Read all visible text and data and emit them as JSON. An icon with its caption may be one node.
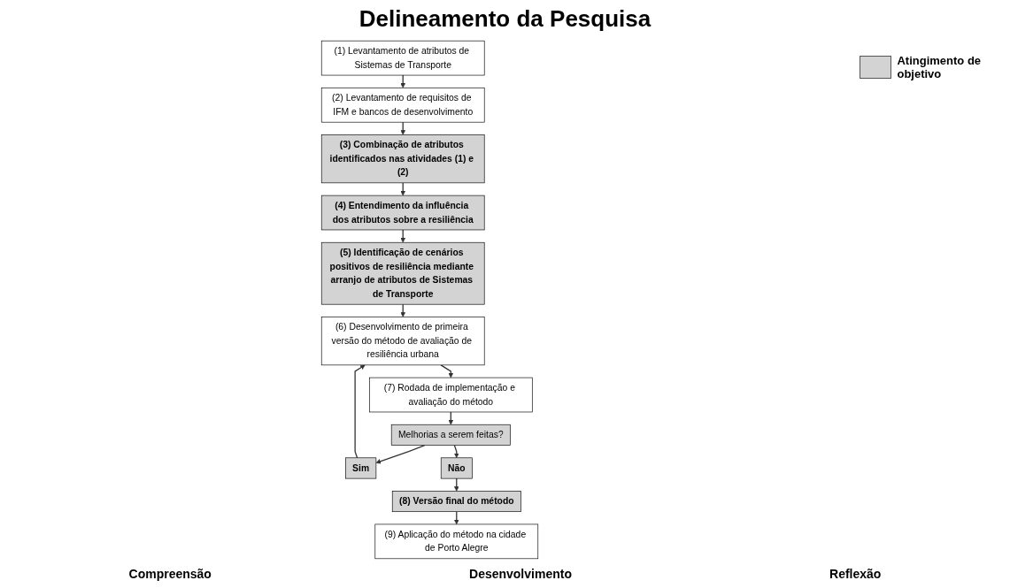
{
  "diagram": {
    "title": "Delineamento da Pesquisa",
    "nodes": [
      {
        "text": [
          "(1) Levantamento de atributos de Sistemas de Transporte"
        ]
      },
      {
        "text": [
          "(2) Levantamento de requisitos de IFM e bancos de desenvolvimento"
        ]
      },
      {
        "text": [
          "(3) Combinação de atributos identificados nas atividades (1) e (2)"
        ]
      },
      {
        "text": [
          "(4) Entendimento da influência dos atributos sobre a resiliência"
        ]
      },
      {
        "text": [
          "(5) Identificação de cenários positivos de resiliência mediante arranjo de atributos de Sistemas de Transporte"
        ]
      },
      {
        "text": [
          "(6) Desenvolvimento de primeira versão do método de avaliação de resiliência urbana"
        ]
      },
      {
        "text": [
          "(8) Versão final do método"
        ]
      },
      {
        "text": [
          "(7) Rodada de implementação e avaliação do método"
        ]
      },
      {
        "text": [
          "Melhorias a serem feitas?"
        ]
      },
      {
        "text": [
          "Sim"
        ]
      },
      {
        "text": [
          "Não"
        ]
      },
      {
        "text": [
          "(9) Aplicação do método na cidade de Porto Alegre"
        ]
      }
    ],
    "edges": [
      {
        "from": 0,
        "to": 1,
        "arrow": "to"
      },
      {
        "from": 1,
        "to": 2,
        "arrow": "to"
      },
      {
        "from": 2,
        "to": 3,
        "arrow": "to"
      },
      {
        "from": 3,
        "to": 4,
        "arrow": "to"
      },
      {
        "from": 4,
        "to": 5,
        "arrow": "to"
      },
      {
        "from": 5,
        "to": 7,
        "arrow": "to"
      },
      {
        "from": 7,
        "to": 8,
        "arrow": "to"
      },
      {
        "from": 8,
        "to": 9,
        "arrow": "to"
      },
      {
        "from": 8,
        "to": 10,
        "arrow": "to"
      },
      {
        "from": 9,
        "to": 5,
        "arrow": "to"
      },
      {
        "from": 10,
        "to": 6,
        "arrow": "to"
      },
      {
        "from": 6,
        "to": 11,
        "arrow": "to"
      }
    ],
    "labels": [
      "Compreensão",
      "Desenvolvimento",
      "Reflexão"
    ],
    "legend": [
      {
        "text": "Atingimento de objetivo",
        "color": "#d3d3d3"
      }
    ]
  }
}
